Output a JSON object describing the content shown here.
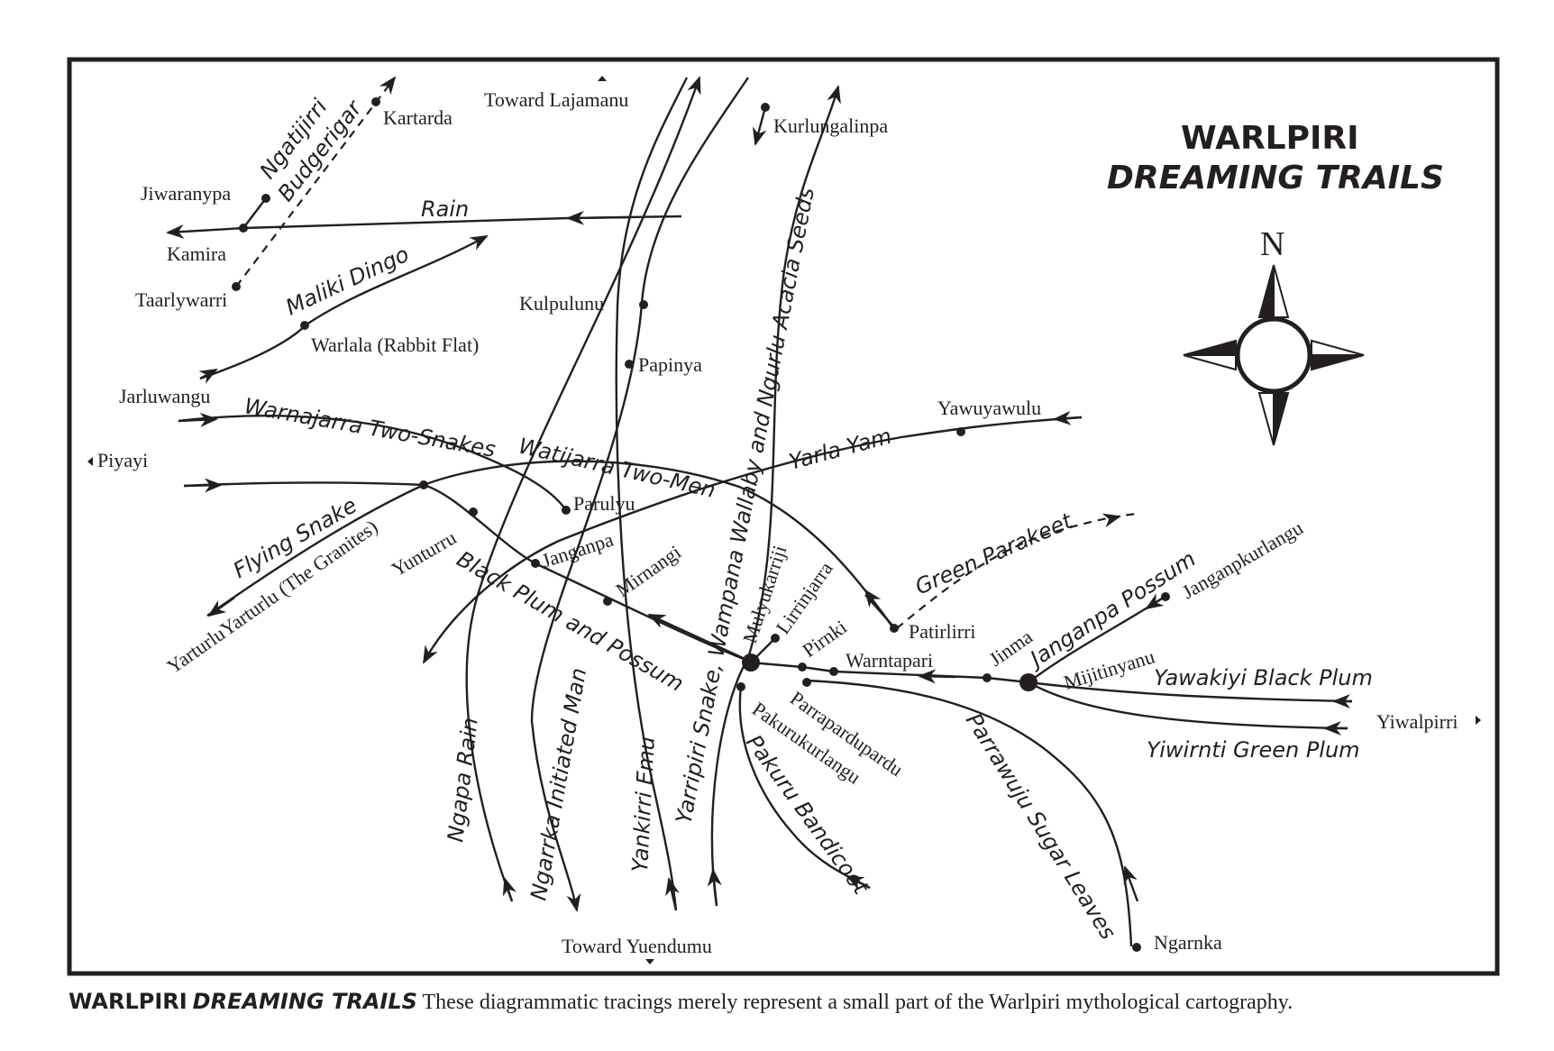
{
  "title": {
    "line1": "WARLPIRI",
    "line2": "DREAMING TRAILS"
  },
  "compass": {
    "north_label": "N",
    "icon": "compass-rose-icon"
  },
  "places": {
    "toward_lajamanu": "Toward Lajamanu",
    "toward_yuendumu": "Toward Yuendumu",
    "kartarda": "Kartarda",
    "kurlungalinpa": "Kurlungalinpa",
    "jiwaranypa": "Jiwaranypa",
    "kamira": "Kamira",
    "taarlywarri": "Taarlywarri",
    "kulpulunu": "Kulpulunu",
    "papinya": "Papinya",
    "warlala": "Warlala (Rabbit Flat)",
    "jarluwangu": "Jarluwangu",
    "piyayi": "Piyayi",
    "yawuyawulu": "Yawuyawulu",
    "parulyu": "Parulyu",
    "yunturru": "Yunturru",
    "janganpa": "Janganpa",
    "mirnangi": "Mirnangi",
    "yarturlu": "YarturluYarturlu (The Granites)",
    "mulyukarriji": "Mulyukarriji",
    "lirrinjarra": "Lirrinjarra",
    "pirnki": "Pirnki",
    "warntapari": "Warntapari",
    "patirlirri": "Patirlirri",
    "jinma": "Jinma",
    "janganKurlangu": "Janganpkurlangu",
    "mijitinyanu": "Mijitinyanu",
    "yiwalpirri": "Yiwalpirri",
    "parrapardupardu": "Parrapardupardu",
    "pakurukurlangu": "Pakurukurlangu",
    "ngarnka": "Ngarnka"
  },
  "dreamings": {
    "ngatijirri": "Ngatijirri",
    "budgerigar": "Budgerigar",
    "rain": "Rain",
    "maliki": "Maliki Dingo",
    "warnajarra": "Warnajarra Two-Snakes",
    "watijarra": "Watijarra Two-Men",
    "yarla": "Yarla Yam",
    "flying": "Flying Snake",
    "blackplum": "Black Plum and Possum",
    "wampana": "Yarripiri Snake, Wampana Wallaby and Ngurlu Acacia Seeds",
    "green_parakeet": "Green Parakeet",
    "janganpa_possum": "Janganpa Possum",
    "yawakiyi": "Yawakiyi Black Plum",
    "yiwirnti": "Yiwirnti Green Plum",
    "parrawuju": "Parrawuju Sugar Leaves",
    "pakuru": "Pakuru Bandicoot",
    "ngapa": "Ngapa Rain",
    "ngarrka": "Ngarrka Initiated Man",
    "yankirri": "Yankirri Emu"
  },
  "caption": {
    "title_a": "WARLPIRI",
    "title_b": "DREAMING TRAILS",
    "text": "These diagrammatic tracings merely represent a small part of the Warlpiri mythological cartography."
  }
}
